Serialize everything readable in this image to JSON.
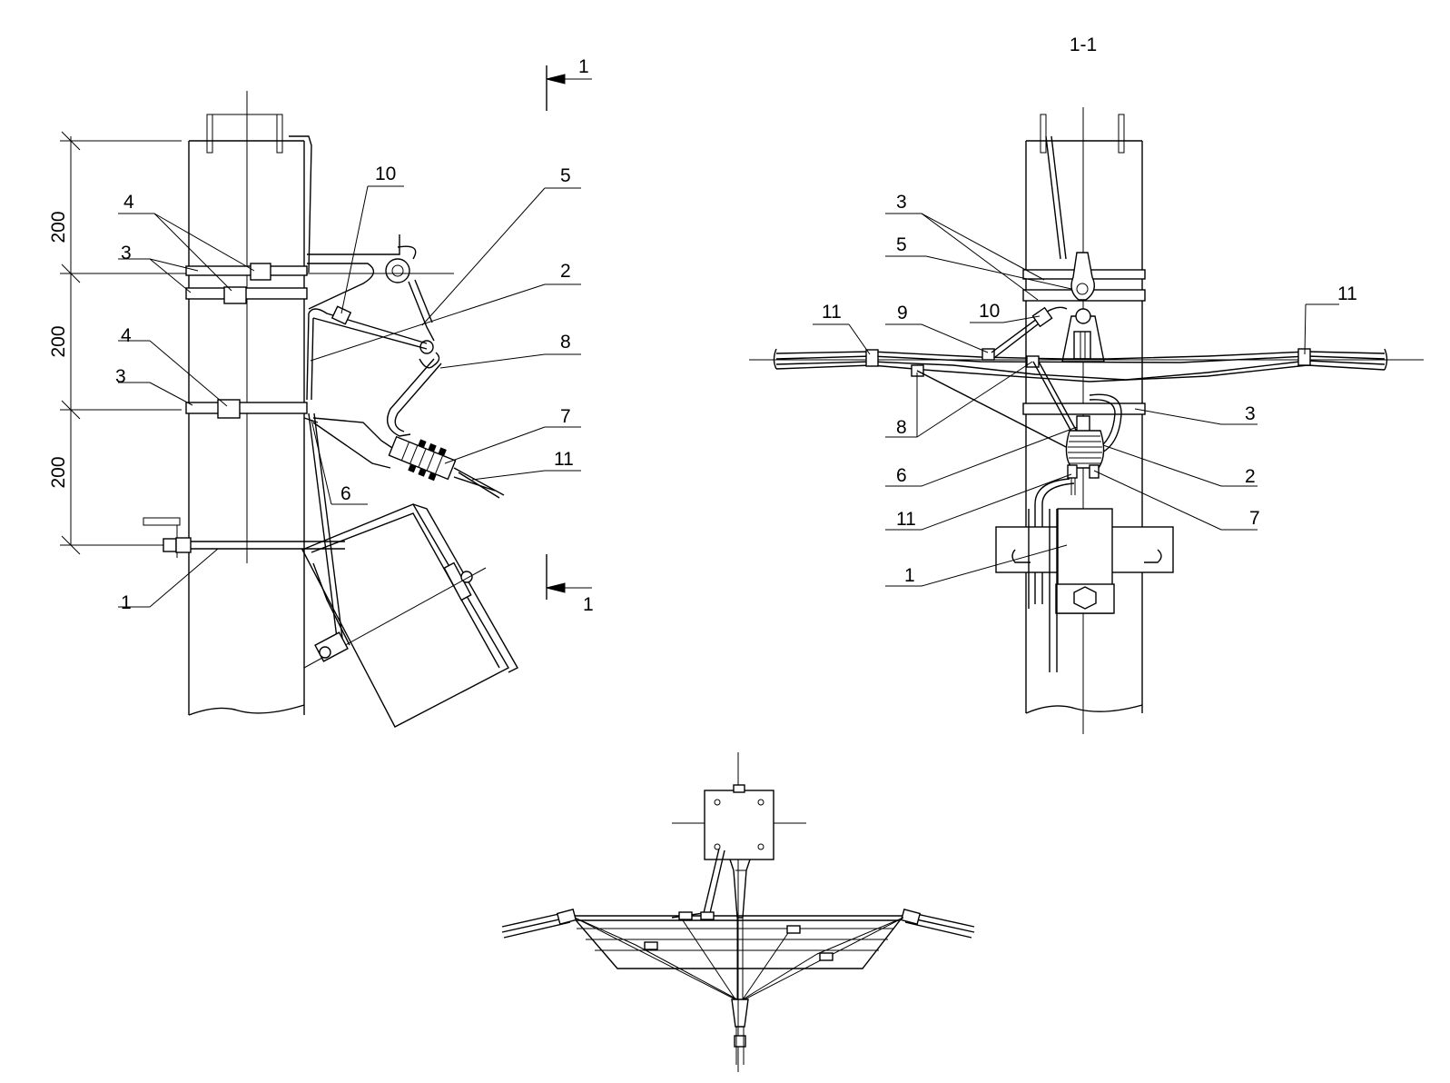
{
  "section_title": "1-1",
  "section_marks": {
    "top": "1",
    "bottom": "1"
  },
  "dimensions": [
    "200",
    "200",
    "200"
  ],
  "colors": {
    "line": "#000000",
    "background": "#ffffff"
  },
  "side_view_callouts": [
    {
      "id": "sv-4a",
      "text": "4"
    },
    {
      "id": "sv-3a",
      "text": "3"
    },
    {
      "id": "sv-4b",
      "text": "4"
    },
    {
      "id": "sv-3b",
      "text": "3"
    },
    {
      "id": "sv-1",
      "text": "1"
    },
    {
      "id": "sv-10",
      "text": "10"
    },
    {
      "id": "sv-5",
      "text": "5"
    },
    {
      "id": "sv-2",
      "text": "2"
    },
    {
      "id": "sv-8",
      "text": "8"
    },
    {
      "id": "sv-7",
      "text": "7"
    },
    {
      "id": "sv-11",
      "text": "11"
    },
    {
      "id": "sv-6",
      "text": "6"
    }
  ],
  "section_view_callouts": [
    {
      "id": "sc-3a",
      "text": "3"
    },
    {
      "id": "sc-5",
      "text": "5"
    },
    {
      "id": "sc-11a",
      "text": "11"
    },
    {
      "id": "sc-9",
      "text": "9"
    },
    {
      "id": "sc-10",
      "text": "10"
    },
    {
      "id": "sc-11b",
      "text": "11"
    },
    {
      "id": "sc-8",
      "text": "8"
    },
    {
      "id": "sc-3b",
      "text": "3"
    },
    {
      "id": "sc-6",
      "text": "6"
    },
    {
      "id": "sc-2",
      "text": "2"
    },
    {
      "id": "sc-11c",
      "text": "11"
    },
    {
      "id": "sc-7",
      "text": "7"
    },
    {
      "id": "sc-1",
      "text": "1"
    }
  ]
}
